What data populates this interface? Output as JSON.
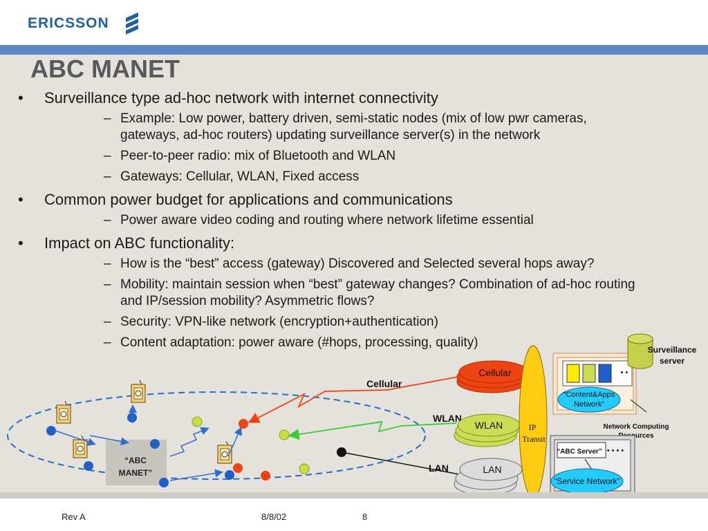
{
  "header": {
    "logo_text": "ERICSSON"
  },
  "slide": {
    "title": "ABC MANET",
    "bullets": [
      {
        "text": "Surveillance type ad-hoc network with internet connectivity",
        "subs": [
          "Example: Low power, battery driven, semi-static nodes (mix of low pwr cameras, gateways, ad-hoc routers) updating surveillance server(s) in the network",
          "Peer-to-peer radio: mix of Bluetooth and WLAN",
          "Gateways: Cellular, WLAN, Fixed access"
        ]
      },
      {
        "text": "Common power budget for applications and communications",
        "subs": [
          "Power aware video coding and routing where network lifetime essential"
        ]
      },
      {
        "text": "Impact on ABC functionality:",
        "subs": [
          "How is the “best” access (gateway) Discovered and Selected several hops away?",
          "Mobility: maintain session when “best” gateway changes? Combination of ad-hoc routing and IP/session mobility? Asymmetric flows?",
          "Security: VPN-like network (encryption+authentication)",
          "Content adaptation: power aware (#hops, processing, quality)"
        ]
      }
    ],
    "bullet_glyph": "•",
    "dash_glyph": "–"
  },
  "diagram": {
    "manet_box_label_1": "“ABC",
    "manet_box_label_2": "MANET”",
    "cellular_link_label": "Cellular",
    "wlan_link_label": "WLAN",
    "lan_link_label": "LAN",
    "cellular_stack": "Cellular",
    "wlan_stack": "WLAN",
    "lan_stack": "LAN",
    "ip_transit_1": "IP",
    "ip_transit_2": "Transit",
    "surveillance_1": "Surveillance",
    "surveillance_2": "server",
    "content_apps_1": "“Content&Apps",
    "content_apps_2": "Network”",
    "ncr_1": "Network Computing",
    "ncr_2": "Resources",
    "abc_server": "“ABC Server”",
    "service_network": "“Service Network”",
    "dots_short": "• •",
    "dots_long": "• • • •",
    "icons": [
      "camera-icon",
      "database-icon"
    ],
    "colors": {
      "cellular": "#ee4411",
      "wlan": "#ccdd55",
      "lan": "#dcdcdc",
      "ip_transit": "#ffcc11",
      "service_network": "#22ccff",
      "node_blue": "#1f5fc8",
      "node_red": "#ee4411",
      "node_green": "#ccdd44"
    }
  },
  "footer": {
    "left": "Rev A",
    "center": "8/8/02",
    "page": "8"
  }
}
